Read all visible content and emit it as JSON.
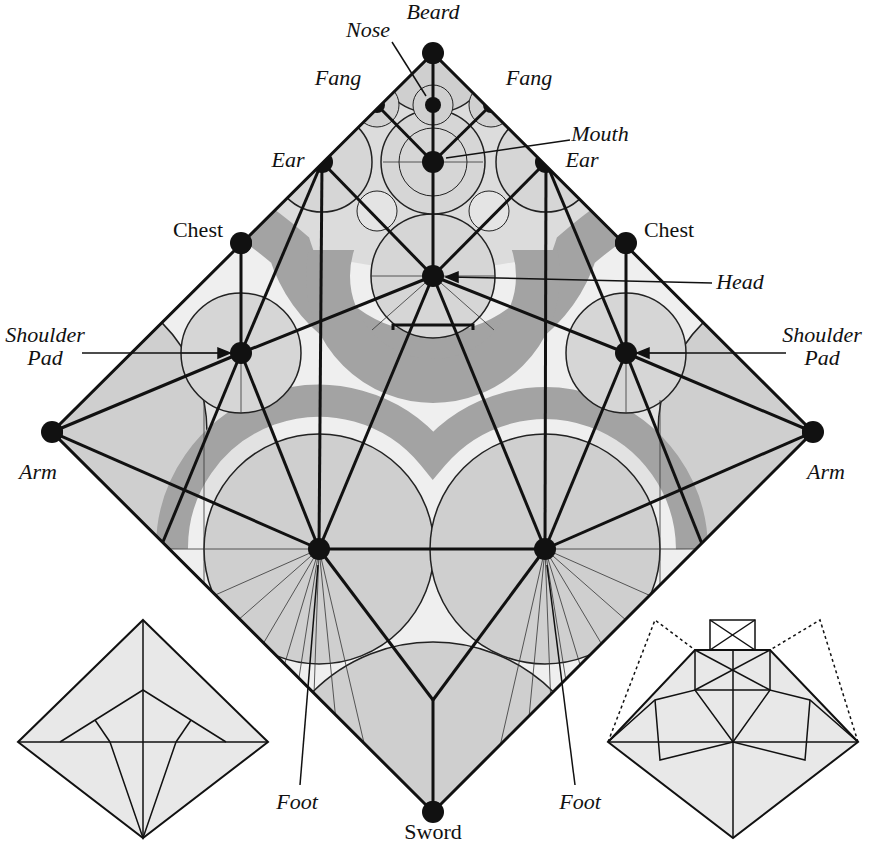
{
  "diagram": {
    "labels": [
      "Beard",
      "Nose",
      "Fang",
      "Fang",
      "Mouth",
      "Ear",
      "Ear",
      "Chest",
      "Chest",
      "Head",
      "Shoulder Pad",
      "Shoulder Pad",
      "Arm",
      "Arm",
      "Foot",
      "Foot",
      "Sword"
    ]
  }
}
